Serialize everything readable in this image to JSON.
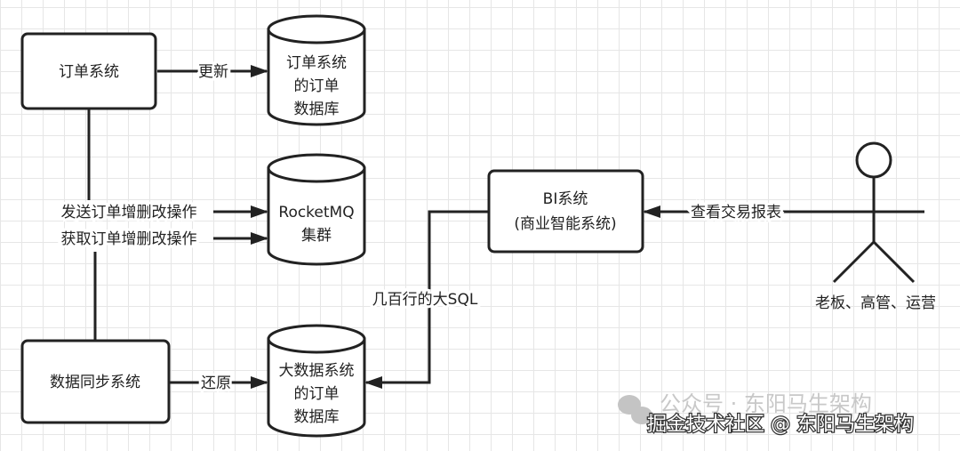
{
  "nodes": {
    "order_system": "订单系统",
    "order_db": [
      "订单系统",
      "的订单",
      "数据库"
    ],
    "mq": [
      "RocketMQ",
      "集群"
    ],
    "sync_system": "数据同步系统",
    "bigdata_db": [
      "大数据系统",
      "的订单",
      "数据库"
    ],
    "bi": [
      "BI系统",
      "(商业智能系统)"
    ],
    "actor": "老板、高管、运营"
  },
  "edges": {
    "update": "更新",
    "send": "发送订单增删改操作",
    "fetch": "获取订单增删改操作",
    "restore": "还原",
    "sql": "几百行的大SQL",
    "view": "查看交易报表"
  },
  "watermark": {
    "wechat": "公众号 · 东阳马生架构",
    "site": "掘金技术社区 @ 东阳马生架构"
  }
}
